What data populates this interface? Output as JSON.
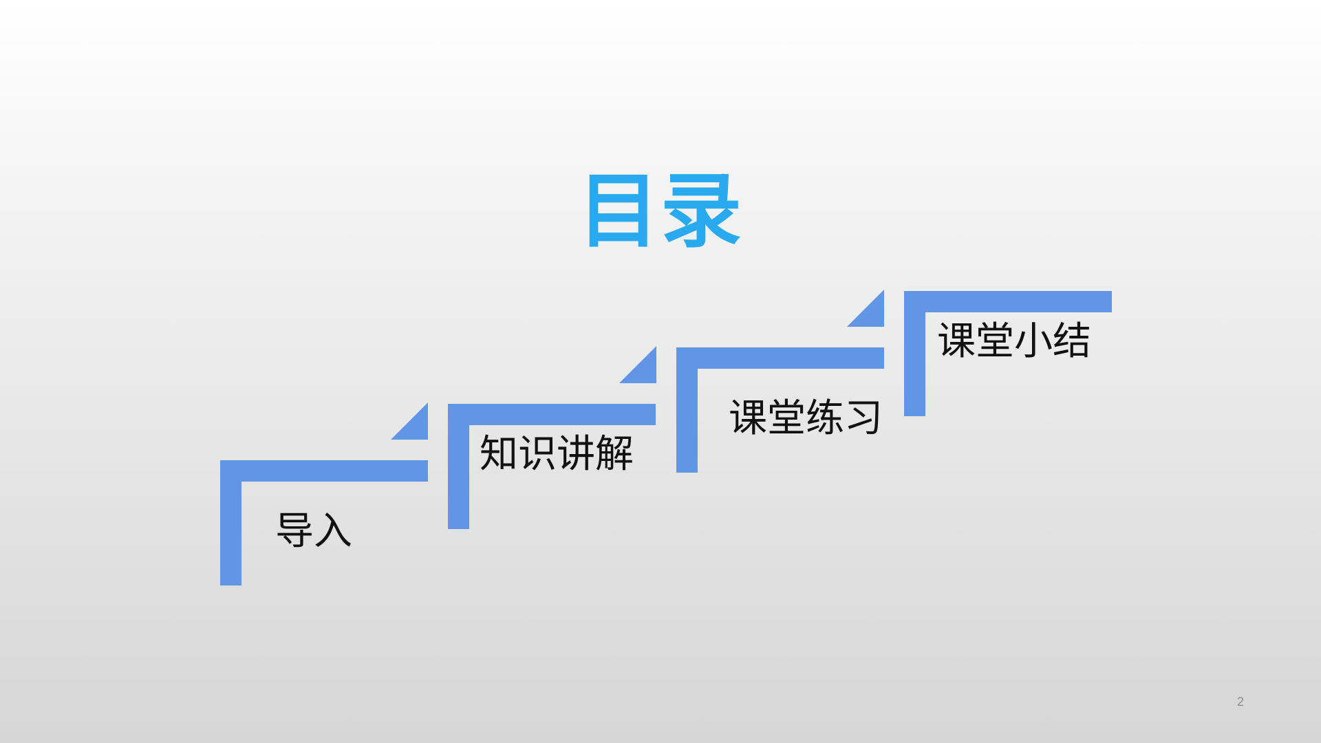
{
  "slide": {
    "title": "目录",
    "page_number": "2"
  },
  "steps": [
    {
      "label": "导入"
    },
    {
      "label": "知识讲解"
    },
    {
      "label": "课堂练习"
    },
    {
      "label": "课堂小结"
    }
  ],
  "colors": {
    "title": "#29a9ef",
    "step_bar": "#6196e6",
    "text": "#111111",
    "page_number": "#8c8c8c"
  }
}
